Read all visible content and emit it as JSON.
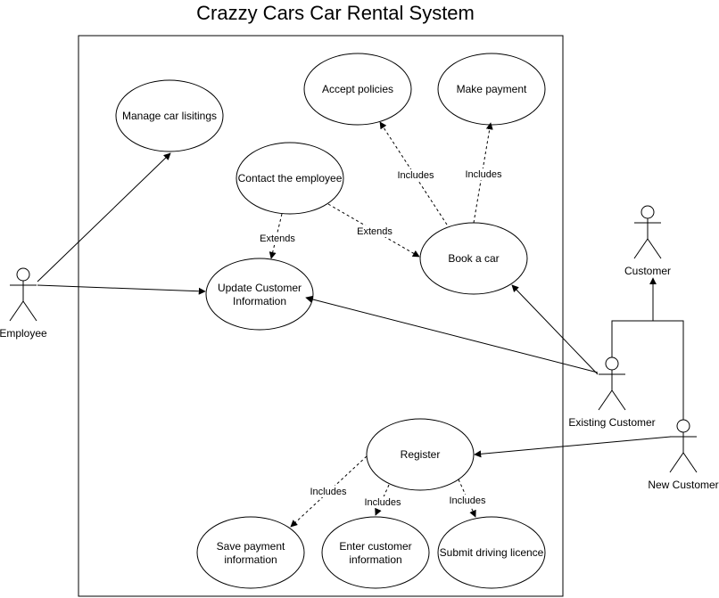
{
  "title": "Crazzy Cars Car Rental System",
  "actors": {
    "employee": "Employee",
    "customer": "Customer",
    "existing_customer": "Existing Customer",
    "new_customer": "New Customer"
  },
  "use_cases": {
    "manage_listings": "Manage car lisitings",
    "accept_policies": "Accept policies",
    "make_payment": "Make payment",
    "contact_employee": "Contact the employee",
    "book_car": "Book a car",
    "update_info_line1": "Update Customer",
    "update_info_line2": "Information",
    "register": "Register",
    "save_payment_line1": "Save payment",
    "save_payment_line2": "information",
    "enter_info_line1": "Enter customer",
    "enter_info_line2": "information",
    "submit_licence": "Submit driving licence"
  },
  "relations": {
    "extends_update": "Extends",
    "extends_book": "Extends",
    "includes_policies": "Includes",
    "includes_payment": "Includes",
    "includes_save": "Includes",
    "includes_enter": "Includes",
    "includes_licence": "Includes"
  }
}
